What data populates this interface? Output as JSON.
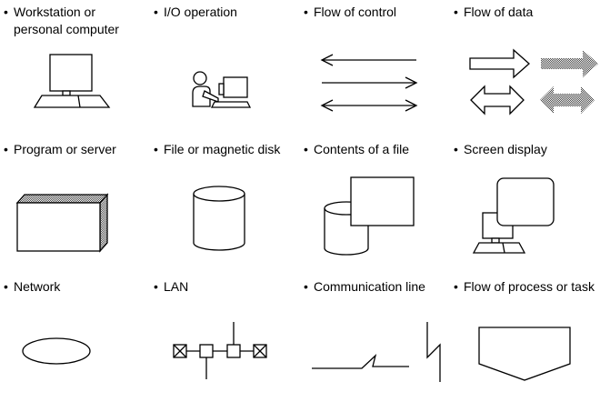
{
  "legend": {
    "bullet": "•",
    "items": [
      {
        "label": "Workstation or personal computer",
        "icon": "workstation-icon"
      },
      {
        "label": "I/O operation",
        "icon": "io-operation-icon"
      },
      {
        "label": "Flow of control",
        "icon": "flow-of-control-icon"
      },
      {
        "label": "Flow of data",
        "icon": "flow-of-data-icon"
      },
      {
        "label": "Program or server",
        "icon": "program-server-icon"
      },
      {
        "label": "File or magnetic disk",
        "icon": "magnetic-disk-icon"
      },
      {
        "label": "Contents of a file",
        "icon": "file-contents-icon"
      },
      {
        "label": "Screen display",
        "icon": "screen-display-icon"
      },
      {
        "label": "Network",
        "icon": "network-icon"
      },
      {
        "label": "LAN",
        "icon": "lan-icon"
      },
      {
        "label": "Communication line",
        "icon": "communication-line-icon"
      },
      {
        "label": "Flow of process or task",
        "icon": "process-flow-icon"
      }
    ]
  }
}
